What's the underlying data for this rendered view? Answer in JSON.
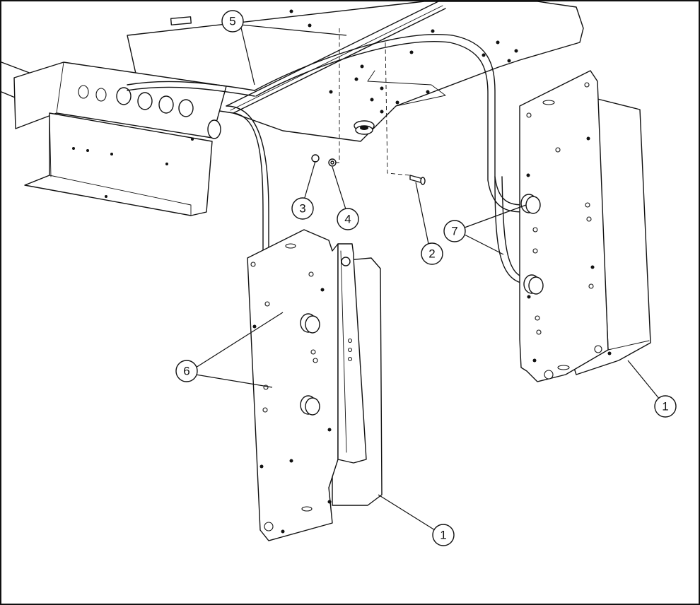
{
  "callouts": [
    {
      "id": "c1a",
      "label": "1"
    },
    {
      "id": "c1b",
      "label": "1"
    },
    {
      "id": "c2",
      "label": "2"
    },
    {
      "id": "c3",
      "label": "3"
    },
    {
      "id": "c4",
      "label": "4"
    },
    {
      "id": "c5",
      "label": "5"
    },
    {
      "id": "c6",
      "label": "6"
    },
    {
      "id": "c7",
      "label": "7"
    }
  ]
}
